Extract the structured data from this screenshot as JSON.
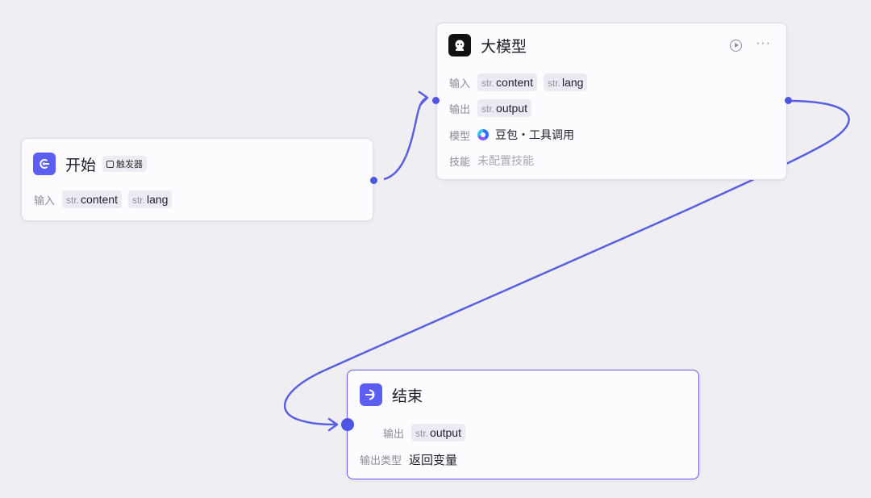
{
  "nodes": {
    "start": {
      "title": "开始",
      "trigger_tag": "触发器",
      "input_label": "输入",
      "inputs": [
        {
          "type": "str.",
          "name": "content"
        },
        {
          "type": "str.",
          "name": "lang"
        }
      ]
    },
    "llm": {
      "title": "大模型",
      "input_label": "输入",
      "inputs": [
        {
          "type": "str.",
          "name": "content"
        },
        {
          "type": "str.",
          "name": "lang"
        }
      ],
      "output_label": "输出",
      "outputs": [
        {
          "type": "str.",
          "name": "output"
        }
      ],
      "model_label": "模型",
      "model_value": "豆包・工具调用",
      "skill_label": "技能",
      "skill_value": "未配置技能",
      "more_glyph": "···"
    },
    "end": {
      "title": "结束",
      "output_label": "输出",
      "outputs": [
        {
          "type": "str.",
          "name": "output"
        }
      ],
      "output_type_label": "输出类型",
      "output_type_value": "返回变量"
    }
  },
  "colors": {
    "accent": "#5b5ef0",
    "edge": "#5a5fe0",
    "canvas": "#eeeef3"
  },
  "icons": {
    "start": "start-node-icon",
    "llm": "llm-node-icon",
    "end": "end-node-icon",
    "trigger": "trigger-icon",
    "run": "run-icon",
    "more": "more-icon",
    "model": "doubao-model-icon"
  }
}
